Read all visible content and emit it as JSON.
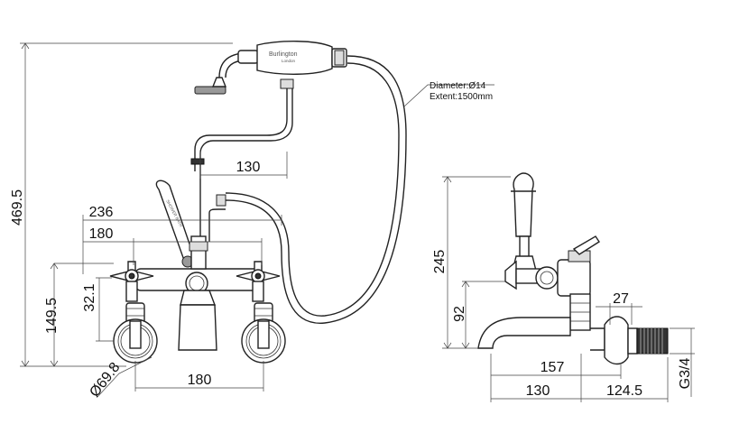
{
  "dimensions": {
    "height_total": "469.5",
    "spout_reach": "130",
    "width_236": "236",
    "centres_180_top": "180",
    "height_149": "149.5",
    "height_32": "32.1",
    "diameter_flange": "Ø69.8",
    "centres_180_bottom": "180",
    "side_height_245": "245",
    "side_height_92": "92",
    "side_27": "27",
    "side_157": "157",
    "side_130": "130",
    "side_124": "124.5",
    "thread": "G3/4"
  },
  "hose_note": {
    "line1": "Diameter:Ø14",
    "line2": "Extent:1500mm"
  },
  "branding": {
    "brand": "Burlington",
    "city": "London",
    "lever_text": "SHOWER BATH"
  }
}
